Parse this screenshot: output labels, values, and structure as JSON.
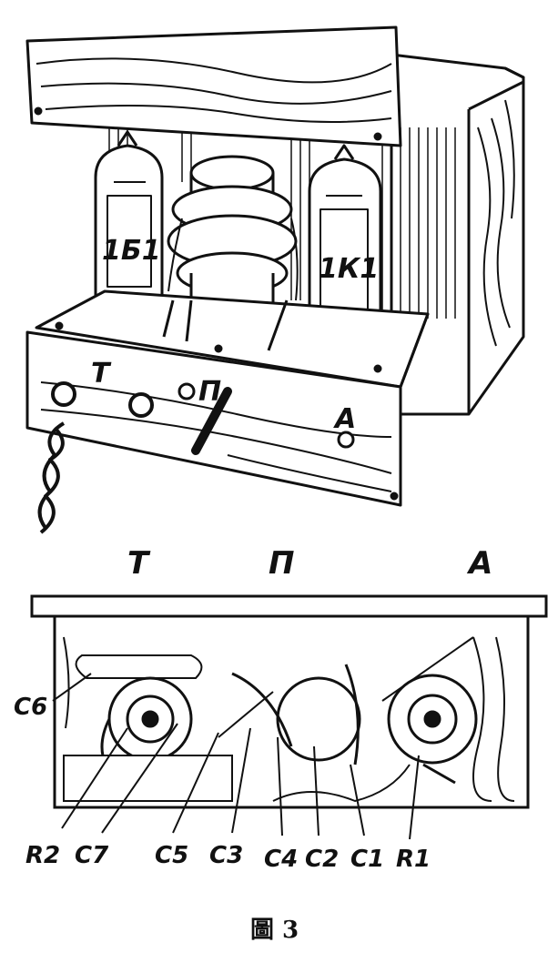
{
  "figure": {
    "top_panel_labels": {
      "T": "Т",
      "P": "П",
      "A": "А"
    },
    "tube_labels": {
      "left": "1Б1",
      "right": "1К1"
    },
    "bottom_panel_labels": {
      "T": "Т",
      "P": "П",
      "A": "А"
    },
    "component_labels": {
      "C6": "C6",
      "R2": "R2",
      "C7": "C7",
      "C5": "C5",
      "C3": "C3",
      "C4": "C4",
      "C2": "C2",
      "C1": "C1",
      "R1": "R1"
    },
    "caption": "圖 3"
  }
}
